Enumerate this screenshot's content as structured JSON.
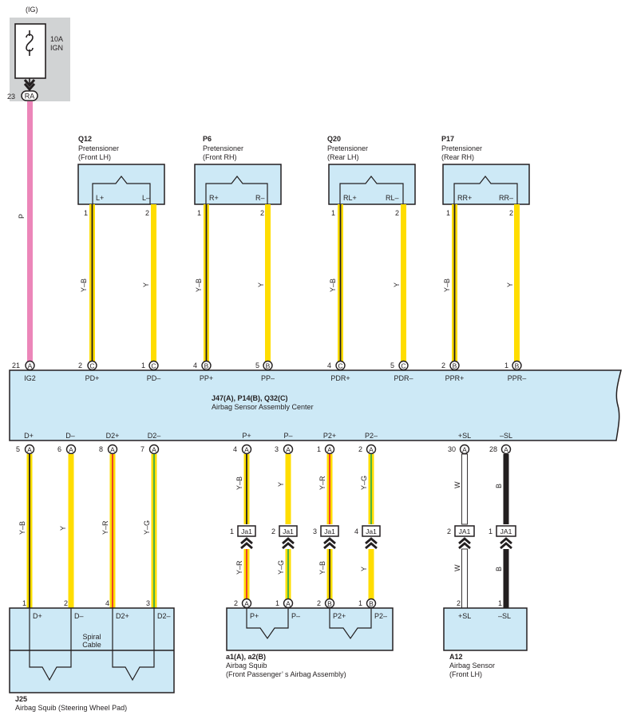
{
  "power": {
    "group_label": "(IG)",
    "fuse_amps": "10A",
    "fuse_name": "IGN",
    "pin": "23",
    "connector": "RA",
    "wire_color": "P"
  },
  "pretensioners": [
    {
      "code": "Q12",
      "name": "Pretensioner",
      "position": "(Front LH)",
      "term_plus": "L+",
      "term_minus": "L–",
      "pin_plus": "1",
      "pin_minus": "2",
      "wire_plus": "Y–B",
      "wire_minus": "Y"
    },
    {
      "code": "P6",
      "name": "Pretensioner",
      "position": "(Front RH)",
      "term_plus": "R+",
      "term_minus": "R–",
      "pin_plus": "1",
      "pin_minus": "2",
      "wire_plus": "Y–B",
      "wire_minus": "Y"
    },
    {
      "code": "Q20",
      "name": "Pretensioner",
      "position": "(Rear LH)",
      "term_plus": "RL+",
      "term_minus": "RL–",
      "pin_plus": "1",
      "pin_minus": "2",
      "wire_plus": "Y–B",
      "wire_minus": "Y"
    },
    {
      "code": "P17",
      "name": "Pretensioner",
      "position": "(Rear RH)",
      "term_plus": "RR+",
      "term_minus": "RR–",
      "pin_plus": "1",
      "pin_minus": "2",
      "wire_plus": "Y–B",
      "wire_minus": "Y"
    }
  ],
  "ecu": {
    "codes": "J47(A), P14(B), Q32(C)",
    "name": "Airbag Sensor Assembly Center",
    "top_pins": [
      {
        "pin": "21",
        "conn": "A",
        "label": "IG2"
      },
      {
        "pin": "2",
        "conn": "C",
        "label": "PD+"
      },
      {
        "pin": "1",
        "conn": "C",
        "label": "PD–"
      },
      {
        "pin": "4",
        "conn": "B",
        "label": "PP+"
      },
      {
        "pin": "5",
        "conn": "B",
        "label": "PP–"
      },
      {
        "pin": "4",
        "conn": "C",
        "label": "PDR+"
      },
      {
        "pin": "5",
        "conn": "C",
        "label": "PDR–"
      },
      {
        "pin": "2",
        "conn": "B",
        "label": "PPR+"
      },
      {
        "pin": "1",
        "conn": "B",
        "label": "PPR–"
      }
    ],
    "bottom_pins": [
      {
        "pin": "5",
        "conn": "A",
        "label": "D+"
      },
      {
        "pin": "6",
        "conn": "A",
        "label": "D–"
      },
      {
        "pin": "8",
        "conn": "A",
        "label": "D2+"
      },
      {
        "pin": "7",
        "conn": "A",
        "label": "D2–"
      },
      {
        "pin": "4",
        "conn": "A",
        "label": "P+"
      },
      {
        "pin": "3",
        "conn": "A",
        "label": "P–"
      },
      {
        "pin": "1",
        "conn": "A",
        "label": "P2+"
      },
      {
        "pin": "2",
        "conn": "A",
        "label": "P2–"
      },
      {
        "pin": "30",
        "conn": "A",
        "label": "+SL"
      },
      {
        "pin": "28",
        "conn": "A",
        "label": "–SL"
      }
    ]
  },
  "steering_squib": {
    "code": "J25",
    "name": "Airbag Squib (Steering Wheel Pad)",
    "spiral_line1": "Spiral",
    "spiral_line2": "Cable",
    "wires": [
      {
        "color": "Y–B",
        "pin": "1",
        "term": "D+"
      },
      {
        "color": "Y",
        "pin": "2",
        "term": "D–"
      },
      {
        "color": "Y–R",
        "pin": "4",
        "term": "D2+"
      },
      {
        "color": "Y–G",
        "pin": "3",
        "term": "D2–"
      }
    ]
  },
  "passenger_squib": {
    "code": "a1(A), a2(B)",
    "name": "Airbag Squib",
    "assembly": "(Front Passenger’ s Airbag Assembly)",
    "wires": [
      {
        "upper_color": "Y–B",
        "jpin": "1",
        "jconn": "Ja1",
        "lower_color": "Y–R",
        "pin": "2",
        "conn": "A",
        "term": "P+"
      },
      {
        "upper_color": "Y",
        "jpin": "2",
        "jconn": "Ja1",
        "lower_color": "Y–G",
        "pin": "1",
        "conn": "A",
        "term": "P–"
      },
      {
        "upper_color": "Y–R",
        "jpin": "3",
        "jconn": "Ja1",
        "lower_color": "Y–B",
        "pin": "2",
        "conn": "B",
        "term": "P2+"
      },
      {
        "upper_color": "Y–G",
        "jpin": "4",
        "jconn": "Ja1",
        "lower_color": "Y",
        "pin": "1",
        "conn": "B",
        "term": "P2–"
      }
    ]
  },
  "airbag_sensor": {
    "code": "A12",
    "name": "Airbag Sensor",
    "position": "(Front LH)",
    "wires": [
      {
        "upper_color": "W",
        "jpin": "2",
        "jconn": "JA1",
        "lower_color": "W",
        "pin": "2",
        "term": "+SL"
      },
      {
        "upper_color": "B",
        "jpin": "1",
        "jconn": "JA1",
        "lower_color": "B",
        "pin": "1",
        "term": "–SL"
      }
    ]
  },
  "colors": {
    "component_fill": "#cde9f6",
    "fuse_box_fill": "#d1d3d4",
    "pink": "#ec86b9",
    "yellow": "#ffdd00",
    "black": "#231f20",
    "red": "#e8322e",
    "green": "#3aab49",
    "white": "#ffffff"
  }
}
